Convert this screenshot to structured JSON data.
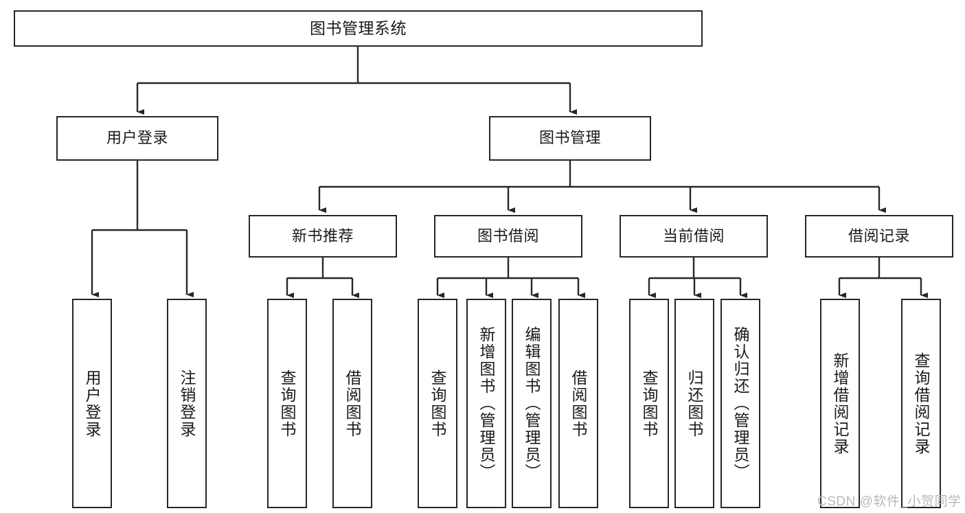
{
  "diagram": {
    "title": "图书管理系统",
    "type": "tree-hierarchy",
    "watermark": "CSDN @软件_小贺同学",
    "colors": {
      "box_border": "#262626",
      "box_fill": "#ffffff",
      "connector": "#262626",
      "text": "#1a1a1a",
      "watermark": "#b9b9b9",
      "background": "#ffffff"
    },
    "nodes": {
      "root": {
        "label": "图书管理系统",
        "level": 0,
        "orientation": "horizontal"
      },
      "l1_user_login": {
        "label": "用户登录",
        "level": 1,
        "orientation": "horizontal"
      },
      "l1_book_manage": {
        "label": "图书管理",
        "level": 1,
        "orientation": "horizontal"
      },
      "l2_new_book_rec": {
        "label": "新书推荐",
        "level": 2,
        "orientation": "horizontal"
      },
      "l2_book_borrow": {
        "label": "图书借阅",
        "level": 2,
        "orientation": "horizontal"
      },
      "l2_current_borrow": {
        "label": "当前借阅",
        "level": 2,
        "orientation": "horizontal"
      },
      "l2_borrow_record": {
        "label": "借阅记录",
        "level": 2,
        "orientation": "horizontal"
      },
      "leaf_user_login": {
        "label": "用户登录",
        "level": 3,
        "orientation": "vertical"
      },
      "leaf_logout": {
        "label": "注销登录",
        "level": 3,
        "orientation": "vertical"
      },
      "leaf_query_book_a": {
        "label": "查询图书",
        "level": 3,
        "orientation": "vertical"
      },
      "leaf_borrow_book_a": {
        "label": "借阅图书",
        "level": 3,
        "orientation": "vertical"
      },
      "leaf_query_book_b": {
        "label": "查询图书",
        "level": 3,
        "orientation": "vertical"
      },
      "leaf_add_book": {
        "label": "新增图书（管理员）",
        "level": 3,
        "orientation": "vertical"
      },
      "leaf_edit_book": {
        "label": "编辑图书（管理员）",
        "level": 3,
        "orientation": "vertical"
      },
      "leaf_borrow_book_b": {
        "label": "借阅图书",
        "level": 3,
        "orientation": "vertical"
      },
      "leaf_query_book_c": {
        "label": "查询图书",
        "level": 3,
        "orientation": "vertical"
      },
      "leaf_return_book": {
        "label": "归还图书",
        "level": 3,
        "orientation": "vertical"
      },
      "leaf_confirm_return": {
        "label": "确认归还（管理员）",
        "level": 3,
        "orientation": "vertical"
      },
      "leaf_add_record": {
        "label": "新增借阅记录",
        "level": 3,
        "orientation": "vertical"
      },
      "leaf_query_record": {
        "label": "查询借阅记录",
        "level": 3,
        "orientation": "vertical"
      }
    },
    "edges": [
      {
        "from": "root",
        "to": "l1_user_login"
      },
      {
        "from": "root",
        "to": "l1_book_manage"
      },
      {
        "from": "l1_user_login",
        "to": "leaf_user_login"
      },
      {
        "from": "l1_user_login",
        "to": "leaf_logout"
      },
      {
        "from": "l1_book_manage",
        "to": "l2_new_book_rec"
      },
      {
        "from": "l1_book_manage",
        "to": "l2_book_borrow"
      },
      {
        "from": "l1_book_manage",
        "to": "l2_current_borrow"
      },
      {
        "from": "l1_book_manage",
        "to": "l2_borrow_record"
      },
      {
        "from": "l2_new_book_rec",
        "to": "leaf_query_book_a"
      },
      {
        "from": "l2_new_book_rec",
        "to": "leaf_borrow_book_a"
      },
      {
        "from": "l2_book_borrow",
        "to": "leaf_query_book_b"
      },
      {
        "from": "l2_book_borrow",
        "to": "leaf_add_book"
      },
      {
        "from": "l2_book_borrow",
        "to": "leaf_edit_book"
      },
      {
        "from": "l2_book_borrow",
        "to": "leaf_borrow_book_b"
      },
      {
        "from": "l2_current_borrow",
        "to": "leaf_query_book_c"
      },
      {
        "from": "l2_current_borrow",
        "to": "leaf_return_book"
      },
      {
        "from": "l2_current_borrow",
        "to": "leaf_confirm_return"
      },
      {
        "from": "l2_borrow_record",
        "to": "leaf_add_record"
      },
      {
        "from": "l2_borrow_record",
        "to": "leaf_query_record"
      }
    ]
  }
}
